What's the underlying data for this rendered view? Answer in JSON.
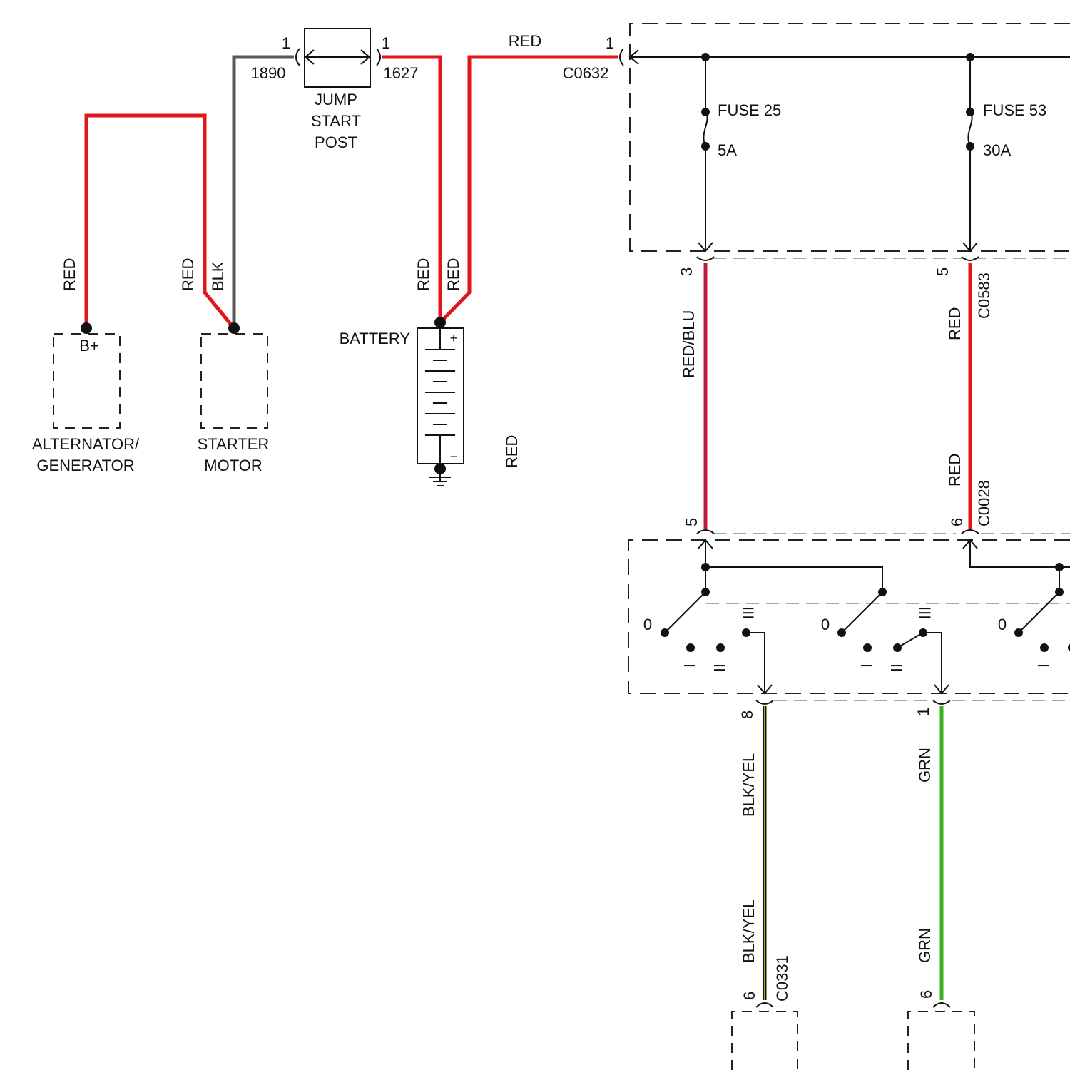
{
  "colors": {
    "red_wire": "#e0161b",
    "blk_wire": "#5a5a5a",
    "red_blu_outer": "#e0161b",
    "red_blu_inner": "#3a3ab8",
    "blk_yel_outer": "#111111",
    "blk_yel_inner": "#d8d800",
    "grn_wire": "#3ab01e"
  },
  "components": {
    "alternator": {
      "line1": "ALTERNATOR/",
      "line2": "GENERATOR",
      "terminal": "B+"
    },
    "starter": {
      "line1": "STARTER",
      "line2": "MOTOR"
    },
    "battery": {
      "label": "BATTERY",
      "plus": "+",
      "minus": "−"
    },
    "jump_start": {
      "line1": "JUMP",
      "line2": "START",
      "line3": "POST"
    }
  },
  "wire_labels": {
    "alt_red": "RED",
    "starter_red": "RED",
    "starter_blk": "BLK",
    "batt_red_left": "RED",
    "batt_red_right": "RED",
    "top_red": "RED",
    "lower_red": "RED",
    "red_blu": "RED/BLU",
    "c0583_red": "RED",
    "c0028_red": "RED",
    "blk_yel_upper": "BLK/YEL",
    "blk_yel_lower": "BLK/YEL",
    "grn_upper": "GRN",
    "grn_lower": "GRN"
  },
  "connectors": {
    "jump_left_pin": "1",
    "jump_left_id": "1890",
    "jump_right_pin": "1",
    "jump_right_id": "1627",
    "c0632_pin": "1",
    "c0632_id": "C0632",
    "fuse25_out_pin": "3",
    "fuse53_out_pin": "5",
    "c0583_id": "C0583",
    "switch_in_pin_a": "5",
    "switch_in_pin_b": "6",
    "c0028_id": "C0028",
    "switch_out_pin_a": "8",
    "switch_out_pin_b": "1",
    "bottom_pin_a": "6",
    "bottom_pin_b": "6",
    "c0331_id": "C0331"
  },
  "fuses": [
    {
      "name": "FUSE 25",
      "rating": "5A"
    },
    {
      "name": "FUSE 53",
      "rating": "30A"
    }
  ],
  "switch_positions": {
    "s1": {
      "p0": "0",
      "p1": "I",
      "p2": "II",
      "p3": "III"
    },
    "s2": {
      "p0": "0",
      "p1": "I",
      "p2": "II",
      "p3": "III"
    },
    "s3": {
      "p0": "0",
      "p1": "I"
    }
  }
}
